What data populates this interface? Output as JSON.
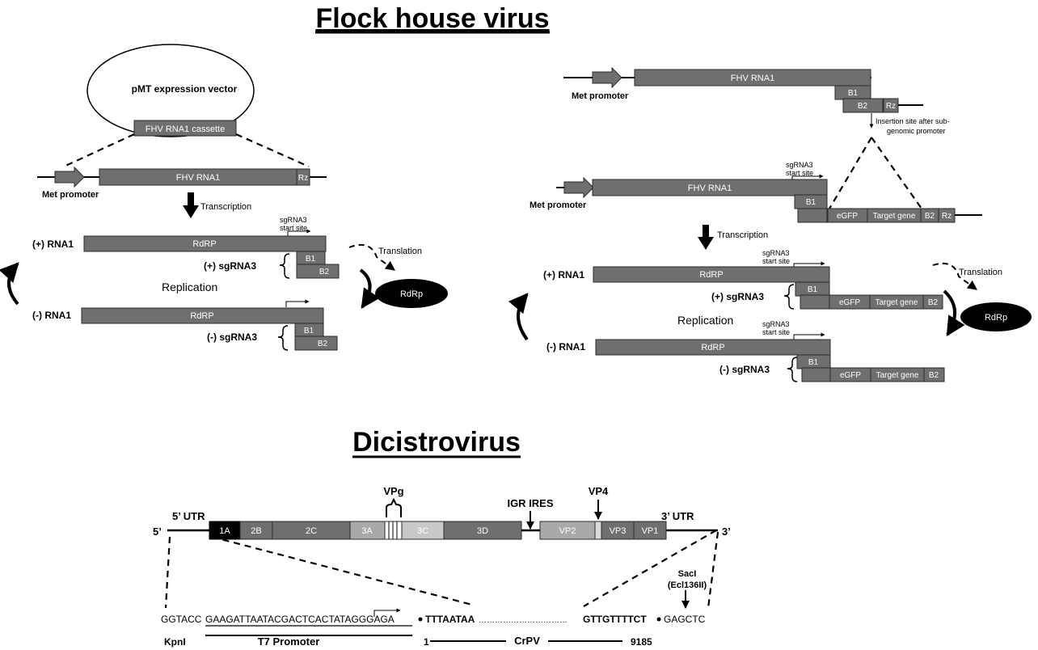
{
  "titles": {
    "fhv": "Flock house virus",
    "dici": "Dicistrovirus"
  },
  "left": {
    "vector_name": "pMT expression vector",
    "cassette": "FHV RNA1 cassette",
    "construct_gene": "FHV RNA1",
    "rz": "Rz",
    "met_promoter": "Met promoter",
    "transcription": "Transcription",
    "sg_start_line1": "sgRNA3",
    "sg_start_line2": "start site",
    "translation": "Translation",
    "plus_rna1": "(+) RNA1",
    "plus_sgrna3": "(+) sgRNA3",
    "minus_rna1": "(-) RNA1",
    "minus_sgrna3": "(-) sgRNA3",
    "rdrp_box": "RdRP",
    "b1": "B1",
    "b2": "B2",
    "replication": "Replication",
    "rdrp_protein": "RdRp"
  },
  "right": {
    "construct_gene": "FHV RNA1",
    "b1": "B1",
    "b2": "B2",
    "rz": "Rz",
    "met_promoter": "Met promoter",
    "insertion_line1": "Insertion site after sub-",
    "insertion_line2": "genomic promoter",
    "sg_start_line1": "sgRNA3",
    "sg_start_line2": "start site",
    "egfp": "eGFP",
    "target_gene": "Target gene",
    "transcription": "Transcription",
    "translation": "Translation",
    "plus_rna1": "(+) RNA1",
    "plus_sgrna3": "(+) sgRNA3",
    "minus_rna1": "(-) RNA1",
    "minus_sgrna3": "(-) sgRNA3",
    "rdrp_box": "RdRP",
    "replication": "Replication",
    "rdrp_protein": "RdRp"
  },
  "dici": {
    "utr5": "5’ UTR",
    "utr3": "3’ UTR",
    "end5": "5’",
    "end3": "3’",
    "vpg": "VPg",
    "igr_ires": "IGR IRES",
    "vp4": "VP4",
    "segments": {
      "s1a": "1A",
      "s2b": "2B",
      "s2c": "2C",
      "s3a": "3A",
      "s3c": "3C",
      "s3d": "3D",
      "vp2": "VP2",
      "vp3": "VP3",
      "vp1": "VP1"
    },
    "sacI": "SacI",
    "ecl": "(Ecl136II)",
    "seq_kpn": "GGTACC",
    "seq_t7": "GAAGATTAATACGACTCACTATAGGGAGA",
    "seq_start": "TTTAATAA",
    "seq_dots": "……………………………",
    "seq_end": "GTTGTTTTCT",
    "seq_sac": "GAGCTC",
    "kpnI": "KpnI",
    "t7_promoter": "T7 Promoter",
    "crpv": "CrPV",
    "crpv_start": "1",
    "crpv_end": "9185"
  },
  "colors": {
    "box_fill": "#6f6f6f",
    "box_stroke": "#2b2b2b",
    "box_text": "#ffffff",
    "light_box": "#a9a9a9",
    "lighter_box": "#c8c8c8",
    "black": "#000000"
  }
}
